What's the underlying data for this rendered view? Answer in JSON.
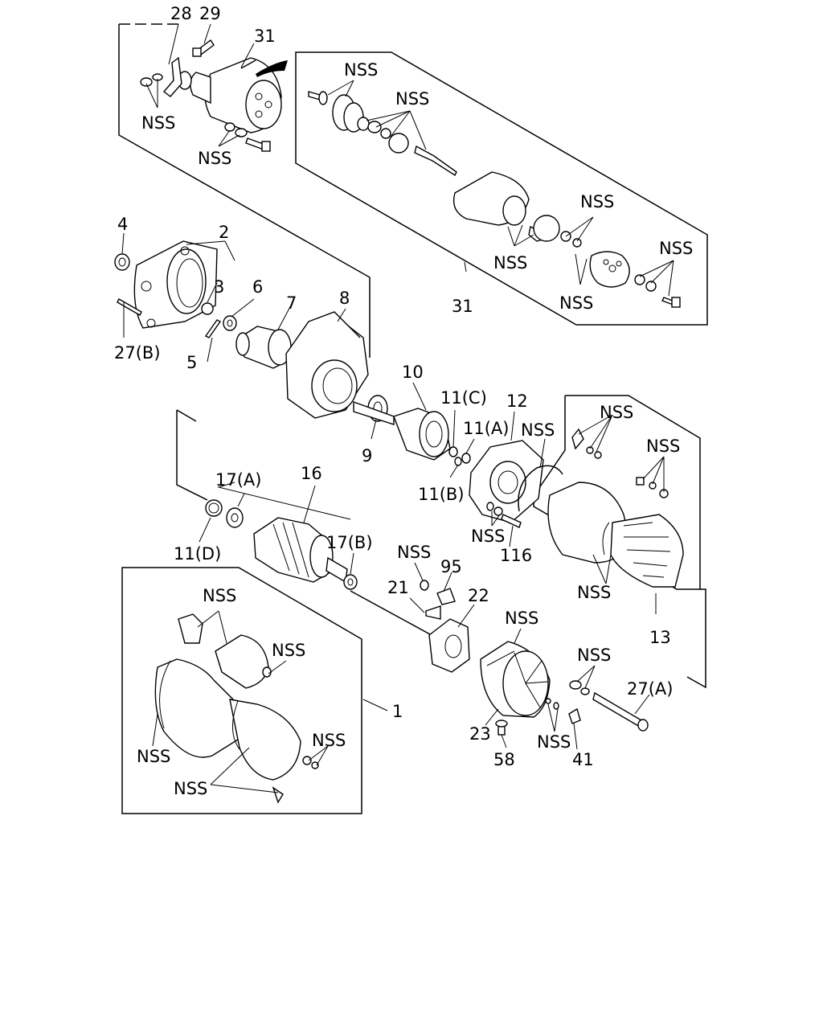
{
  "labels": {
    "l28": "28",
    "l29": "29",
    "l31a": "31",
    "nss_tl1": "NSS",
    "nss_tl2": "NSS",
    "nss_sub1": "NSS",
    "nss_sub2": "NSS",
    "nss_sub3": "NSS",
    "nss_sub4": "NSS",
    "nss_sub5": "NSS",
    "nss_sub6": "NSS",
    "l31b": "31",
    "l4": "4",
    "l2": "2",
    "l3": "3",
    "l6": "6",
    "l7": "7",
    "l8": "8",
    "l27b": "27(B)",
    "l5": "5",
    "l10": "10",
    "l9": "9",
    "l11c": "11(C)",
    "l12": "12",
    "l11a": "11(A)",
    "l11b": "11(B)",
    "nss_mid1": "NSS",
    "nss_mid2": "NSS",
    "l116": "116",
    "nss_13a": "NSS",
    "nss_13b": "NSS",
    "nss_13c": "NSS",
    "l13": "13",
    "l17a": "17(A)",
    "l16": "16",
    "l11d": "11(D)",
    "l17b": "17(B)",
    "nss_95": "NSS",
    "l95": "95",
    "l21": "21",
    "l22": "22",
    "nss_23": "NSS",
    "nss_27a": "NSS",
    "l27a": "27(A)",
    "l23": "23",
    "nss_41": "NSS",
    "l41": "41",
    "l58": "58",
    "nss_b1": "NSS",
    "nss_b2": "NSS",
    "nss_b3": "NSS",
    "nss_b4": "NSS",
    "nss_b5": "NSS",
    "l1": "1"
  }
}
